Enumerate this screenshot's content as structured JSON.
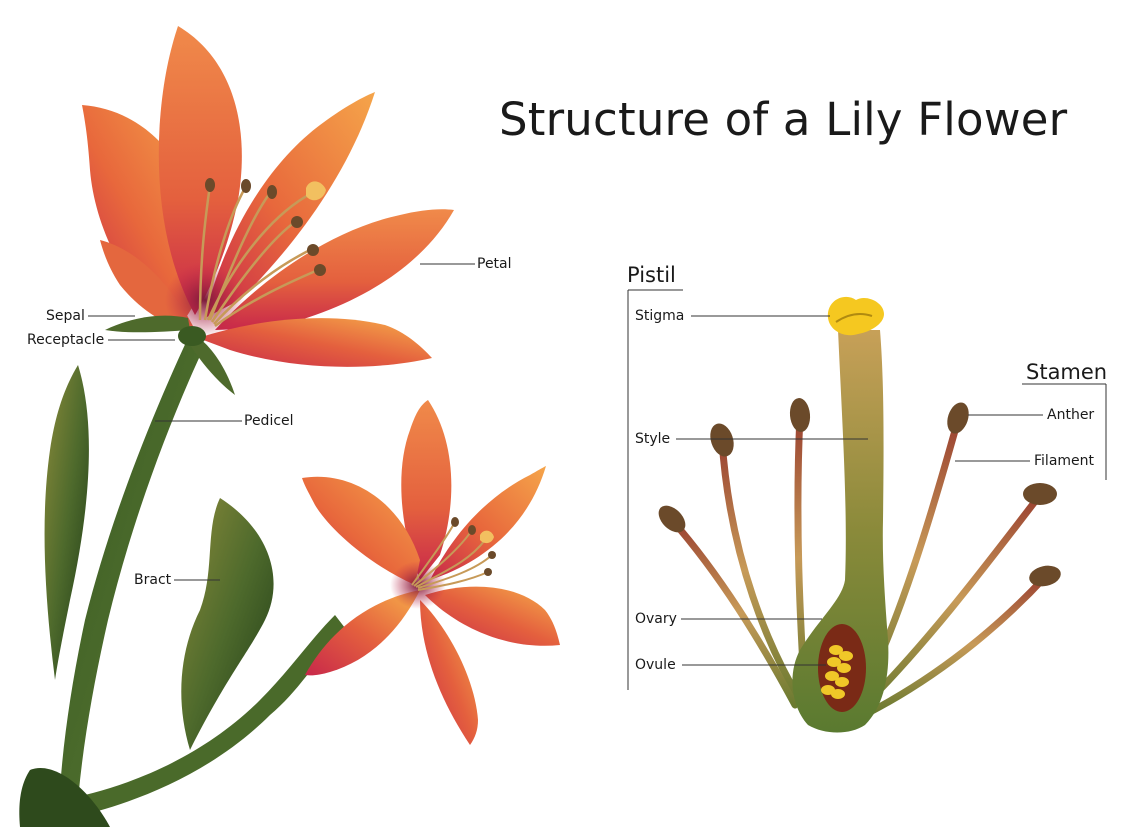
{
  "title": "Structure of a Lily Flower",
  "colors": {
    "petal_light": "#f2a34a",
    "petal_mid": "#e4673e",
    "petal_dark": "#c8284a",
    "stem": "#4e6a2c",
    "stem_dark": "#2e4a1c",
    "anther": "#6b4a2a",
    "stigma": "#f5c820",
    "ovary_cavity": "#7a2a16",
    "ovule": "#f0c828"
  },
  "left_labels": {
    "petal": "Petal",
    "sepal": "Sepal",
    "receptacle": "Receptacle",
    "pedicel": "Pedicel",
    "bract": "Bract"
  },
  "pistil": {
    "heading": "Pistil",
    "stigma": "Stigma",
    "style": "Style",
    "ovary": "Ovary",
    "ovule": "Ovule"
  },
  "stamen": {
    "heading": "Stamen",
    "anther": "Anther",
    "filament": "Filament"
  }
}
